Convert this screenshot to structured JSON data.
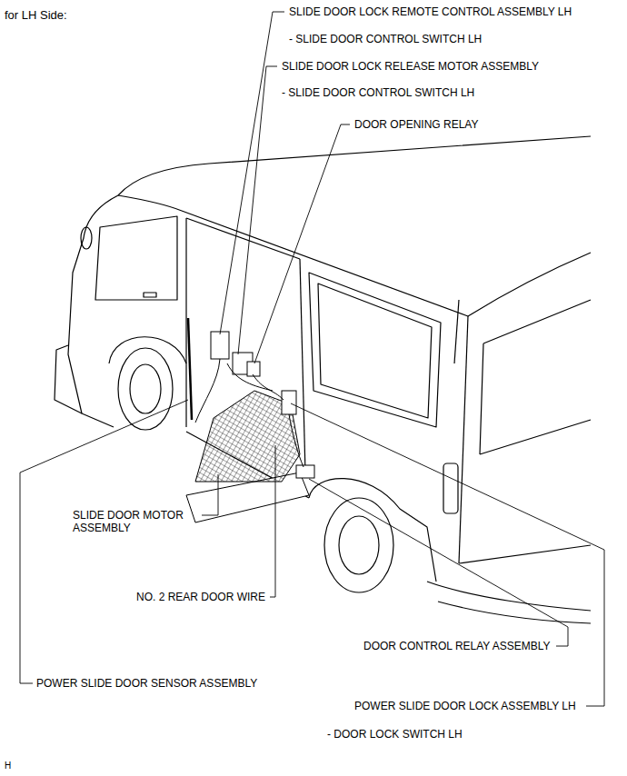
{
  "diagram": {
    "title": "for LH Side:",
    "labels": [
      "SLIDE DOOR LOCK REMOTE CONTROL ASSEMBLY LH",
      "- SLIDE DOOR CONTROL SWITCH LH",
      "SLIDE DOOR LOCK RELEASE MOTOR ASSEMBLY",
      "- SLIDE DOOR CONTROL SWITCH LH",
      "DOOR OPENING RELAY",
      "SLIDE DOOR MOTOR ASSEMBLY",
      "NO. 2 REAR DOOR WIRE",
      "DOOR CONTROL RELAY ASSEMBLY",
      "POWER SLIDE DOOR SENSOR ASSEMBLY",
      "POWER SLIDE DOOR LOCK ASSEMBLY LH",
      "- DOOR LOCK SWITCH LH",
      "H"
    ]
  }
}
